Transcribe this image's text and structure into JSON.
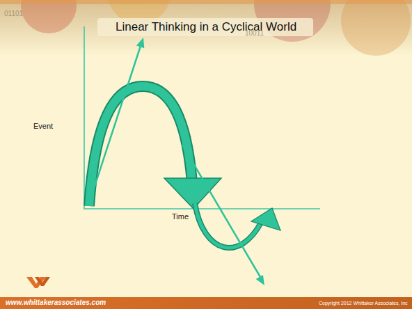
{
  "diagram": {
    "title": "Linear Thinking in a Cyclical World",
    "labels": [
      "Event",
      "Time",
      "www.whittakerassociates.com",
      "Copyright 2012 Whittaker Associates, Inc",
      "01101",
      "10011"
    ]
  }
}
